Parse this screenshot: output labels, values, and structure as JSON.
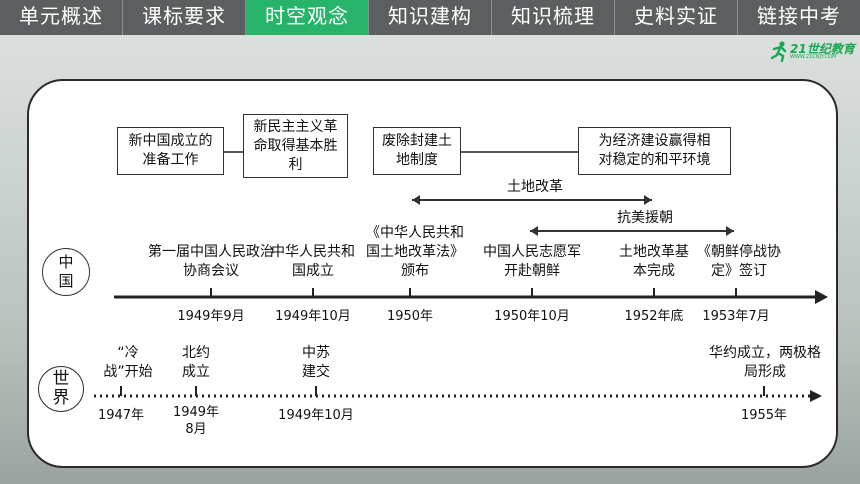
{
  "nav": {
    "tabs": [
      {
        "label": "单元概述",
        "active": false
      },
      {
        "label": "课标要求",
        "active": false
      },
      {
        "label": "时空观念",
        "active": true
      },
      {
        "label": "知识建构",
        "active": false
      },
      {
        "label": "知识梳理",
        "active": false
      },
      {
        "label": "史料实证",
        "active": false
      },
      {
        "label": "链接中考",
        "active": false
      }
    ],
    "active_color": "#27b36a"
  },
  "logo": {
    "text": "21世纪教育",
    "sub": "WWW.21CNJY.COM",
    "icon": "runner-icon"
  },
  "diagram": {
    "boxes": {
      "b1": "新中国成立的准备工作",
      "b2": "新民主主义革命取得基本胜利",
      "b3": "废除封建土地制度",
      "b4": "为经济建设赢得相对稳定的和平环境"
    },
    "spans": {
      "land_reform": "土地改革",
      "resist_us": "抗美援朝"
    },
    "china": {
      "label": "中国",
      "events": {
        "e1": "第一届中国人民政治协商会议",
        "e2": "中华人民共和国成立",
        "e3": "《中华人民共和国土地改革法》颁布",
        "e4": "中国人民志愿军开赴朝鲜",
        "e5": "土地改革基本完成",
        "e6": "《朝鲜停战协定》签订"
      },
      "dates": {
        "d1": "1949年9月",
        "d2": "1949年10月",
        "d3": "1950年",
        "d4": "1950年10月",
        "d5": "1952年底",
        "d6": "1953年7月"
      }
    },
    "world": {
      "label": "世界",
      "events": {
        "e1": "“冷战”开始",
        "e2": "北约成立",
        "e3": "中苏建交",
        "e4": "华约成立，两极格局形成"
      },
      "dates": {
        "d1": "1947年",
        "d2": "1949年8月",
        "d3": "1949年10月",
        "d4": "1955年"
      }
    }
  }
}
